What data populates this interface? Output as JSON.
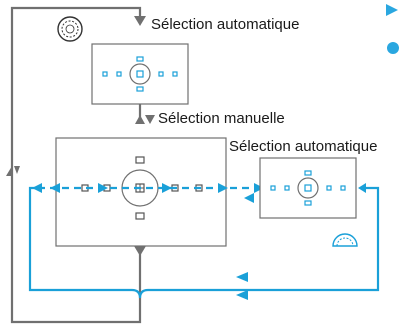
{
  "labels": {
    "auto_top": "Sélection automatique",
    "manual": "Sélection manuelle",
    "auto_right": "Sélection automatique"
  },
  "icons": {
    "main_dial": "main-dial-icon",
    "quick_control_dial": "quick-control-dial-icon"
  },
  "colors": {
    "line_gray": "#707070",
    "line_blue": "#1aa0d8",
    "af_point": "#1aa0d8",
    "accent_blue": "#2aa7e0",
    "text": "#1a1a1a"
  }
}
